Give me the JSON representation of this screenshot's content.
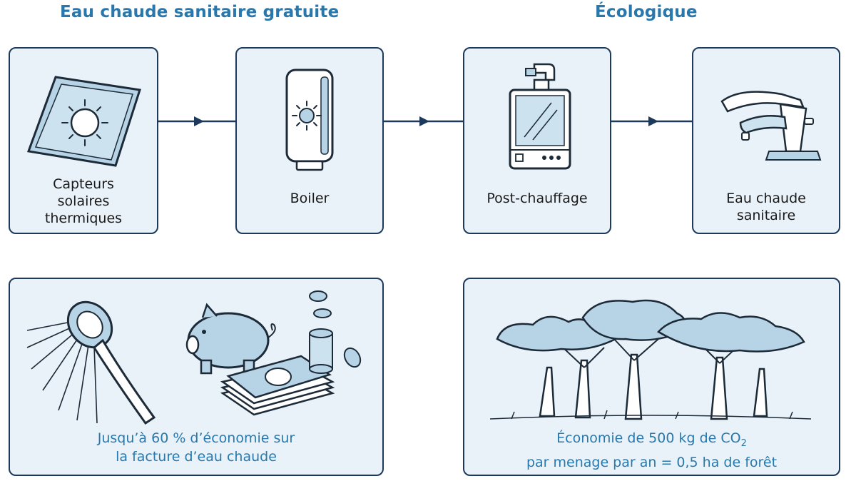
{
  "headings": {
    "left": "Eau chaude sanitaire gratuite",
    "right": "Écologique"
  },
  "steps": [
    {
      "label_lines": [
        "Capteurs",
        "solaires",
        "thermiques"
      ],
      "icon": "solar-panel-icon"
    },
    {
      "label_lines": [
        "Boiler"
      ],
      "icon": "boiler-icon"
    },
    {
      "label_lines": [
        "Post-chauffage"
      ],
      "icon": "heater-icon"
    },
    {
      "label_lines": [
        "Eau chaude",
        "sanitaire"
      ],
      "icon": "faucet-icon"
    }
  ],
  "benefits": {
    "savings": {
      "line1": "Jusqu’à 60 % d’économie sur",
      "line2": "la facture d’eau chaude",
      "icons": [
        "shower-head-icon",
        "piggy-bank-icon",
        "banknotes-icon",
        "coins-icon"
      ]
    },
    "ecology": {
      "line1_prefix": "Économie de 500 kg de CO",
      "line1_sub": "2",
      "line2": "par menage par an = 0,5 ha de forêt",
      "icons": [
        "trees-icon"
      ]
    }
  },
  "colors": {
    "accent": "#2878ad",
    "border": "#1d3a5c",
    "box_fill": "#e9f2f8",
    "illustration_fill": "#b7d3e6"
  }
}
